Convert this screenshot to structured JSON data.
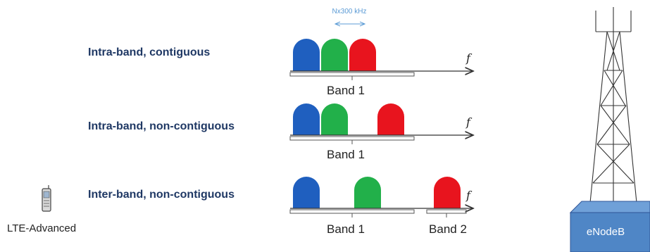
{
  "carrier_spacing_label": "Nx300 kHz",
  "axis_symbol": "f",
  "colors": {
    "carrier_blue": "#1f5fbf",
    "carrier_green": "#22b04a",
    "carrier_red": "#e8141e",
    "label_text": "#1f3864",
    "enodeb_fill": "#4f86c6",
    "enodeb_top": "#6fa0d8"
  },
  "rows": [
    {
      "label": "Intra-band, contiguous",
      "bands": [
        "Band 1"
      ]
    },
    {
      "label": "Intra-band, non-contiguous",
      "bands": [
        "Band 1"
      ]
    },
    {
      "label": "Inter-band, non-contiguous",
      "bands": [
        "Band 1",
        "Band 2"
      ]
    }
  ],
  "device": {
    "label": "LTE-Advanced",
    "icon": "mobile-phone-icon"
  },
  "base_station": {
    "label": "eNodeB",
    "icon": "cell-tower-icon"
  }
}
